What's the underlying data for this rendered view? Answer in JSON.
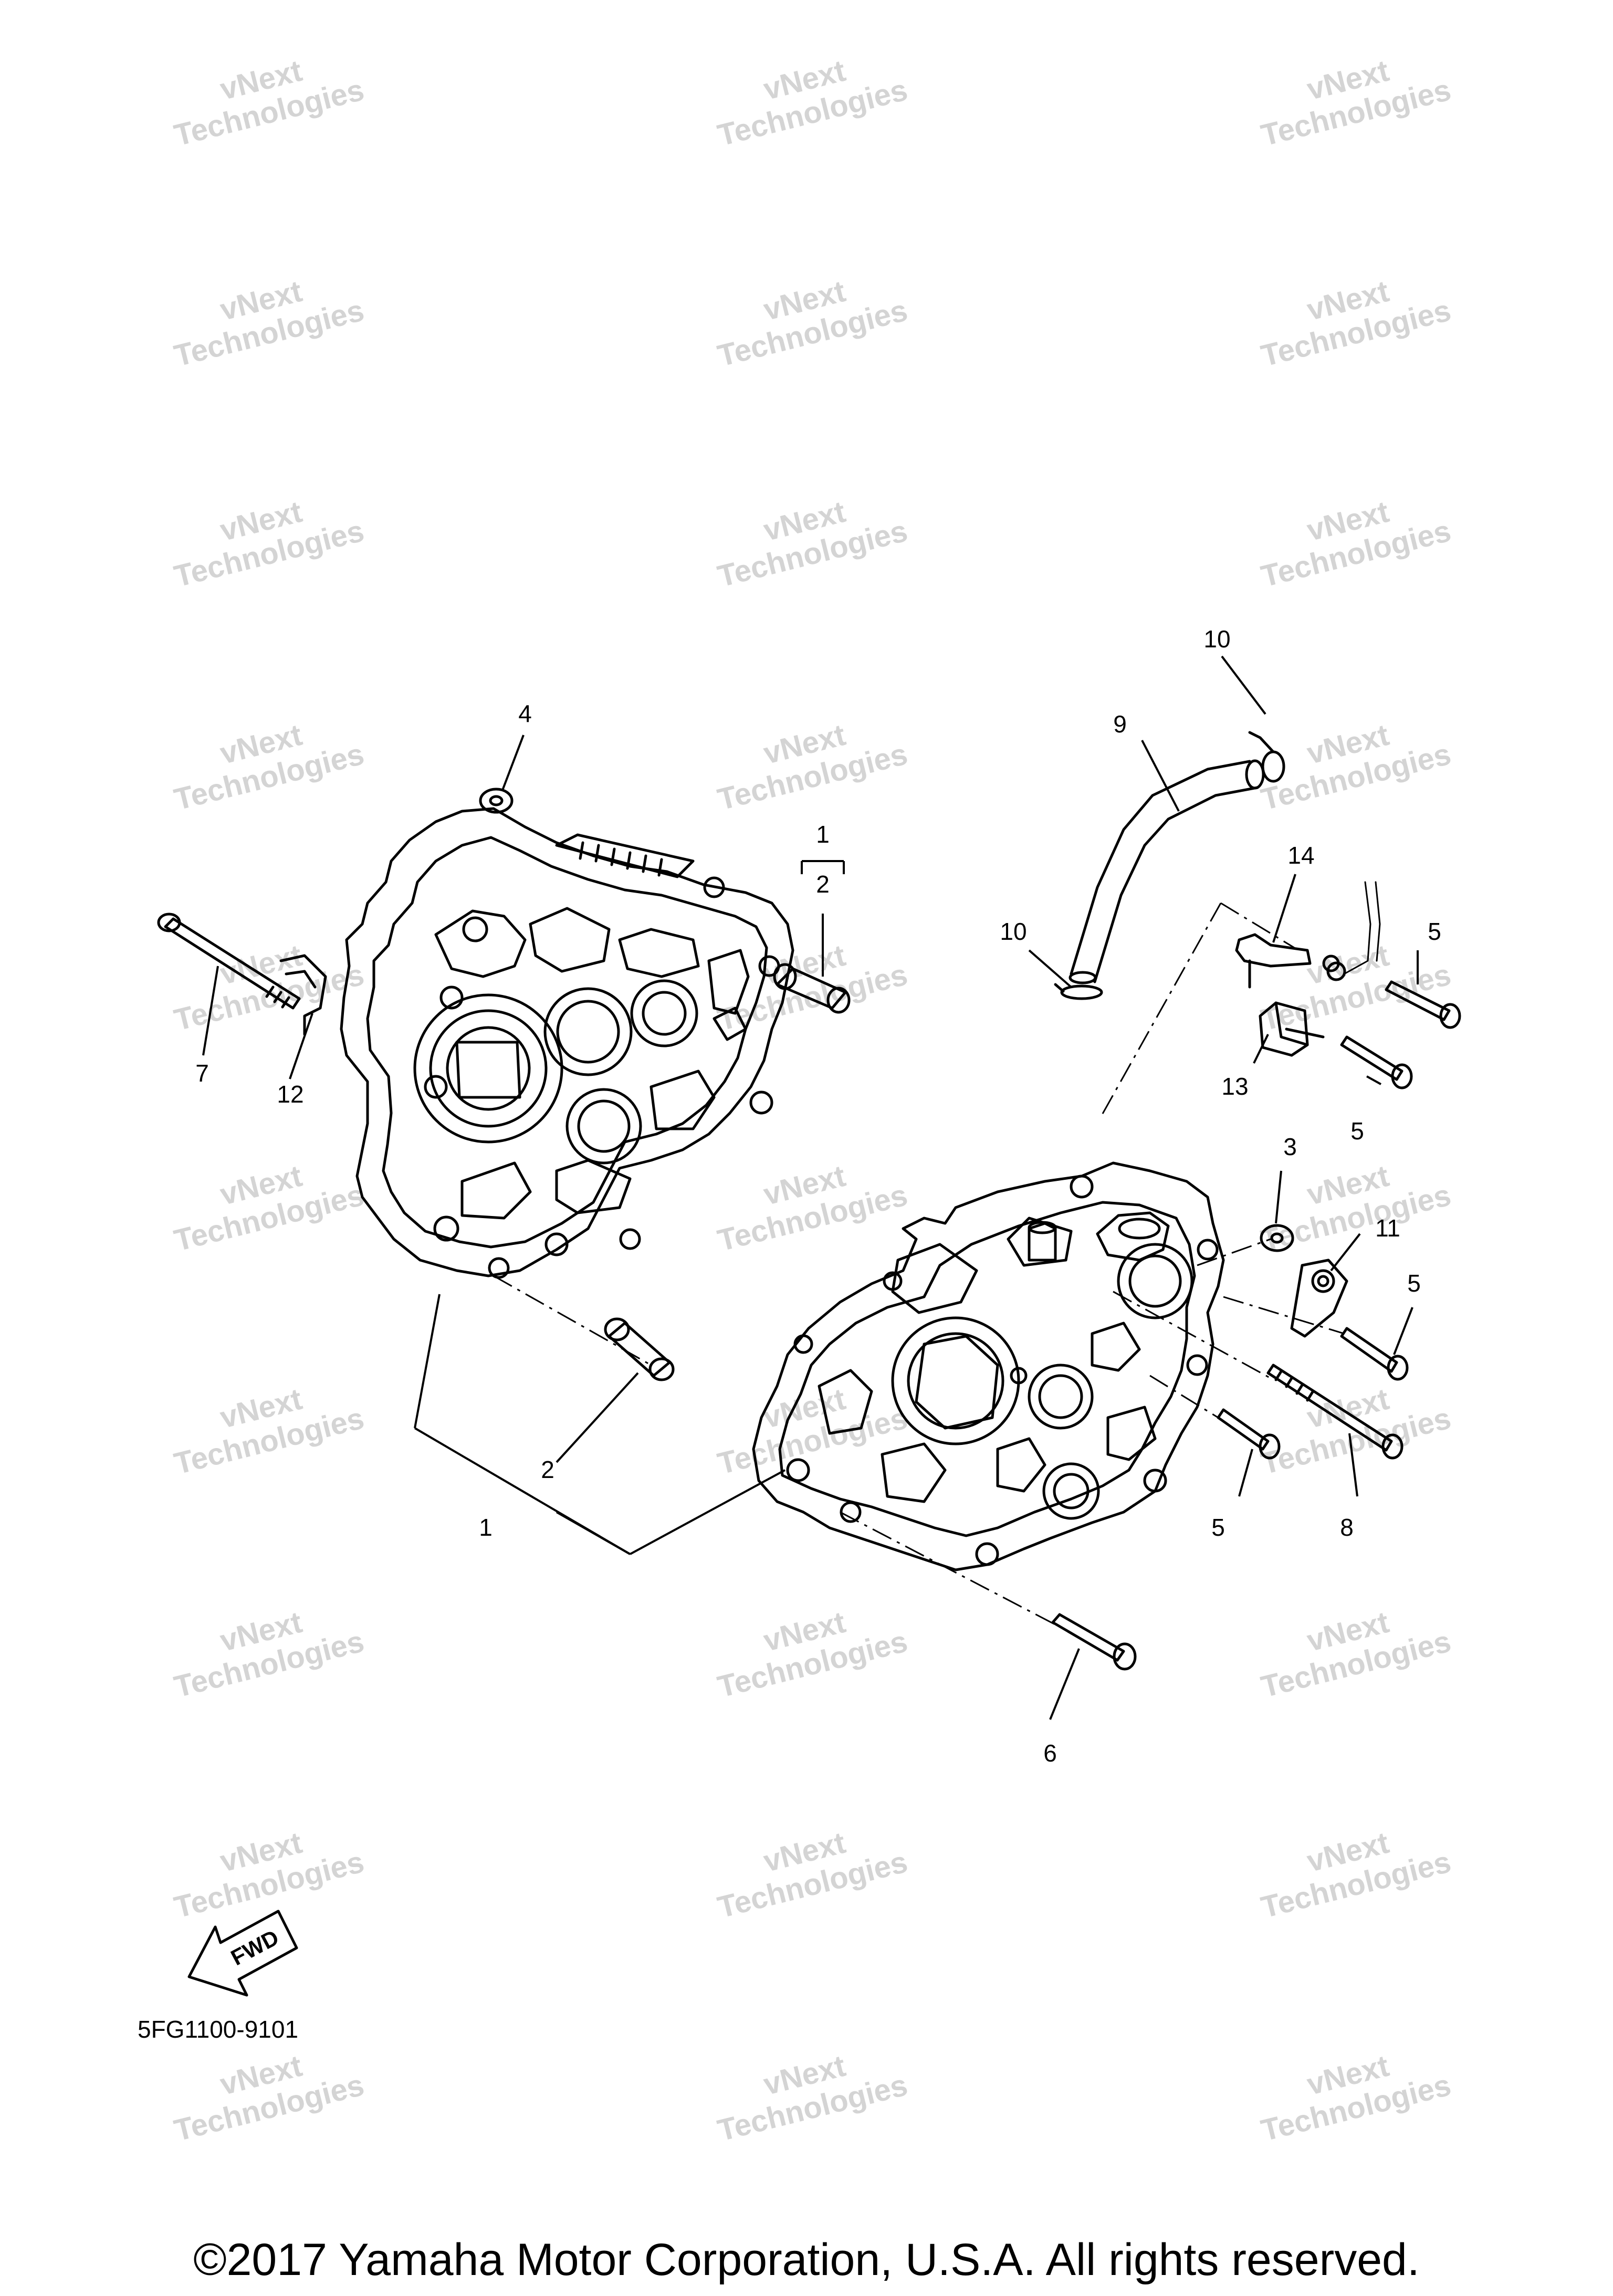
{
  "watermark": {
    "line1": "vNext",
    "line2": "Technologies"
  },
  "callouts": {
    "c1_top": "1",
    "c2_top": "2",
    "c4": "4",
    "c7": "7",
    "c12": "12",
    "c10_top": "10",
    "c9": "9",
    "c14": "14",
    "c10_mid": "10",
    "c5_a": "5",
    "c13": "13",
    "c5_b": "5",
    "c3": "3",
    "c11": "11",
    "c5_c": "5",
    "c2_bottom": "2",
    "c1_bottom": "1",
    "c5_d": "5",
    "c8": "8",
    "c6": "6"
  },
  "fwd_label": "FWD",
  "diagram_code": "5FG1100-9101",
  "copyright": "©2017 Yamaha Motor Corporation, U.S.A. All rights reserved.",
  "colors": {
    "line": "#000000",
    "watermark": "#d4d4d4",
    "background": "#ffffff"
  }
}
